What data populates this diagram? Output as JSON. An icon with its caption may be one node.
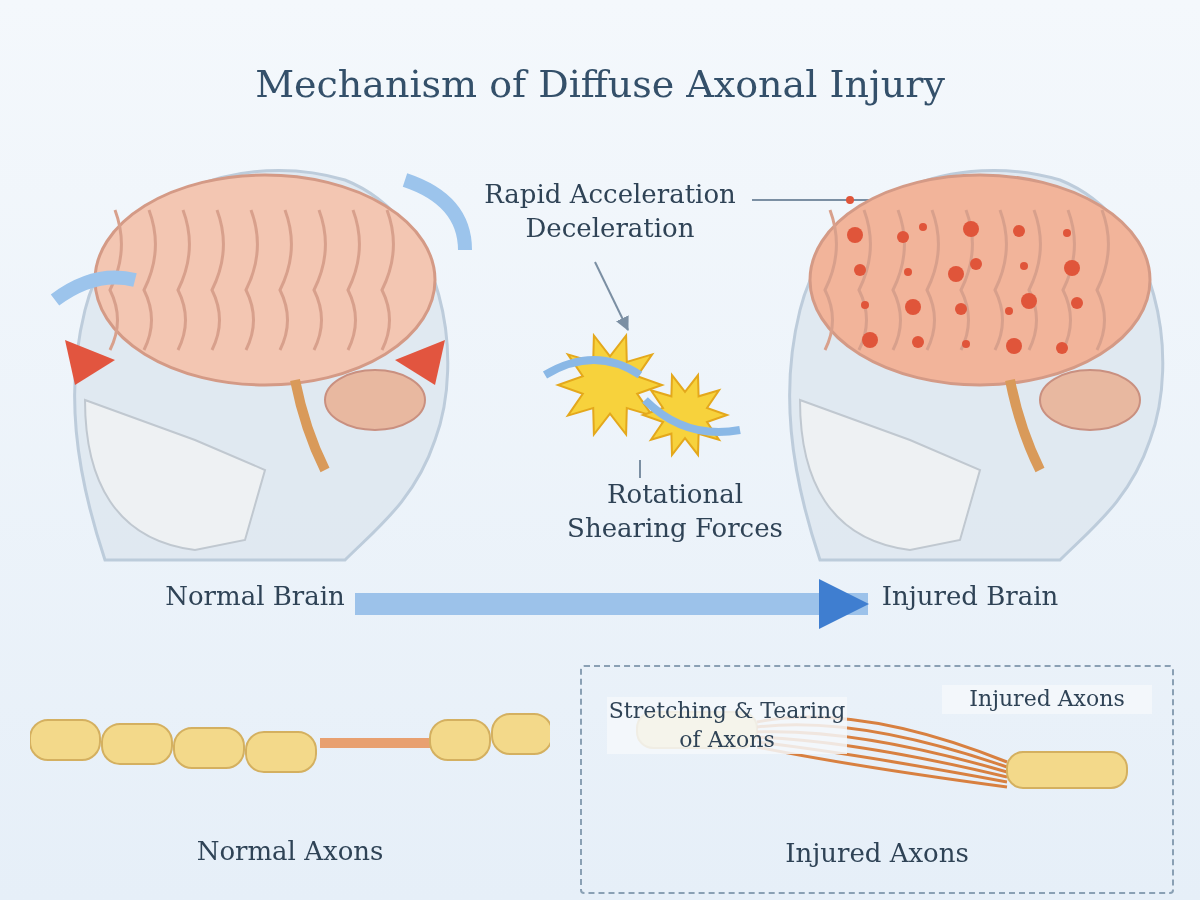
{
  "diagram": {
    "title": "Mechanism of Diffuse Axonal Injury",
    "nodes": [
      {
        "text": [
          "Normal Brain"
        ]
      },
      {
        "text": [
          "Injured Brain"
        ]
      },
      {
        "text": [
          "Rapid Acceleration Deceleration"
        ]
      },
      {
        "text": [],
        "shape": "picture"
      },
      {
        "text": [
          "Rotational Shearing Forces"
        ]
      },
      {
        "text": [
          "Normal Axons"
        ]
      },
      {
        "text": [
          "Injured Axons"
        ]
      }
    ],
    "edges": [
      {
        "from": 0,
        "to": 1,
        "arrow": "to",
        "style": "thick"
      },
      {
        "from": 2,
        "to": 1,
        "arrow": "none"
      },
      {
        "from": 2,
        "to": 3,
        "arrow": "to"
      },
      {
        "from": 4,
        "to": 3,
        "arrow": "none"
      }
    ],
    "labels": [
      "Stretching & Tearing of Axons",
      "Injured Axons"
    ]
  }
}
